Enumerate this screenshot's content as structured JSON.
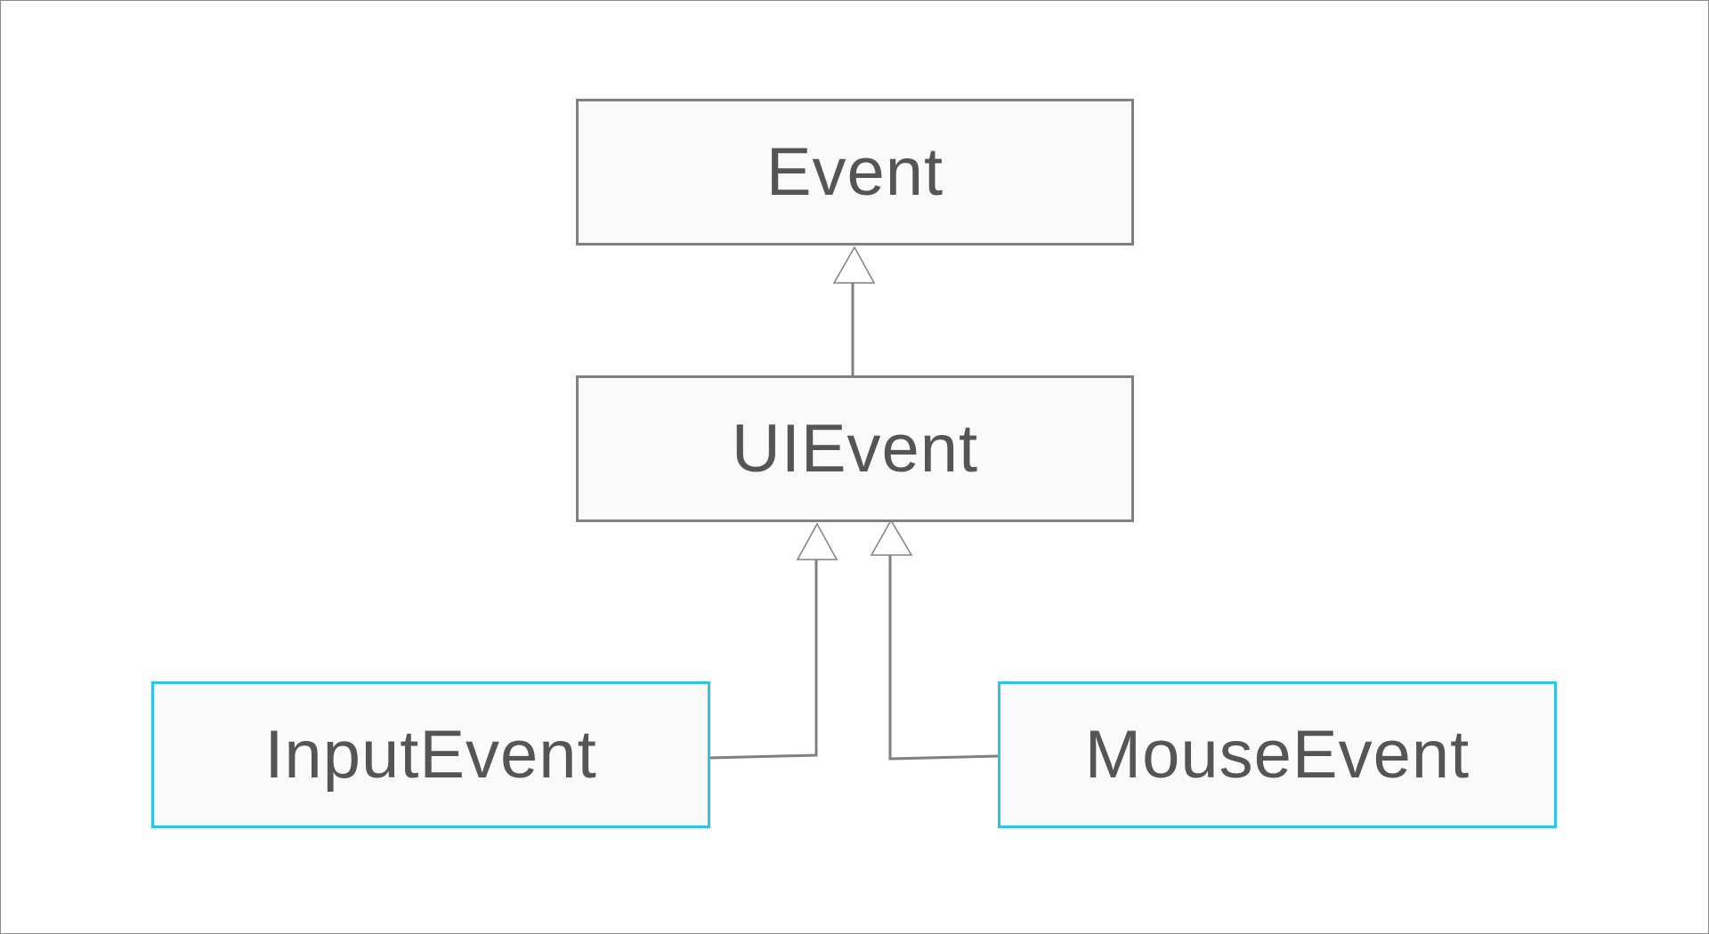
{
  "diagram": {
    "type": "class-inheritance",
    "nodes": {
      "event": {
        "label": "Event",
        "style": "base"
      },
      "uievent": {
        "label": "UIEvent",
        "style": "base"
      },
      "input_event": {
        "label": "InputEvent",
        "style": "highlighted"
      },
      "mouse_event": {
        "label": "MouseEvent",
        "style": "highlighted"
      }
    },
    "edges": [
      {
        "from": "uievent",
        "to": "event",
        "kind": "inheritance"
      },
      {
        "from": "input_event",
        "to": "uievent",
        "kind": "inheritance"
      },
      {
        "from": "mouse_event",
        "to": "uievent",
        "kind": "inheritance"
      }
    ],
    "colors": {
      "frame_border": "#8a8a8a",
      "base_border": "#808080",
      "highlight_border": "#2ec3ea",
      "node_fill": "#fafafa",
      "text": "#555555",
      "edge": "#808080"
    }
  }
}
